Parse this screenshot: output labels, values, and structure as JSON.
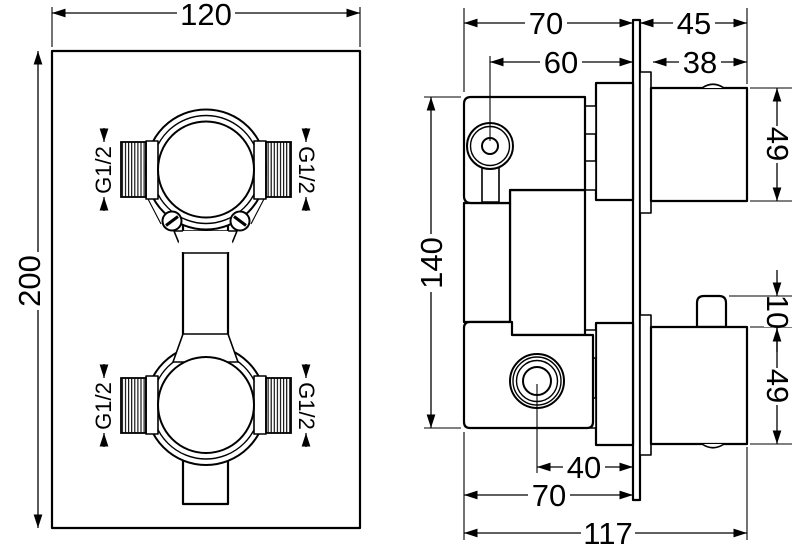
{
  "drawing": {
    "type": "technical-dimension-drawing",
    "subject": "concealed thermostatic shower mixer valve",
    "colors": {
      "line": "#000000",
      "background": "#ffffff"
    },
    "front_view": {
      "plate_width_mm": "120",
      "plate_height_mm": "200",
      "thread_top_left": "G1/2",
      "thread_top_right": "G1/2",
      "thread_bottom_left": "G1/2",
      "thread_bottom_right": "G1/2"
    },
    "side_view": {
      "body_depth_top": "70",
      "port_center_to_wall": "60",
      "handle_projection": "45",
      "handle_width": "38",
      "handle_height_top": "49",
      "body_height": "140",
      "knob_height": "10",
      "handle_height_bottom": "49",
      "outlet_center_to_wall": "40",
      "body_depth_bottom": "70",
      "total_depth": "117"
    }
  }
}
